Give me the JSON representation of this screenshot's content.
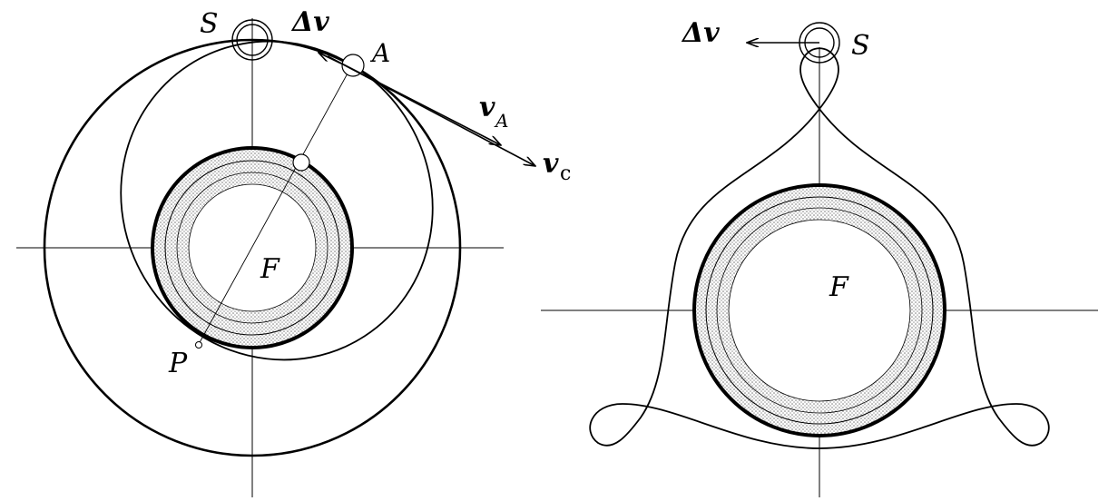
{
  "colors": {
    "ink": "#000000",
    "planet_fill": "#d6d6d6",
    "background": "#ffffff"
  },
  "left_panel": {
    "label_S": "S",
    "label_A": "A",
    "label_P": "P",
    "label_F": "F",
    "label_dv": "Δv",
    "label_vA": "v",
    "label_vA_sub": "A",
    "label_vc": "v",
    "label_vc_sub": "c"
  },
  "right_panel": {
    "label_S": "S",
    "label_F": "F",
    "label_dv": "Δv"
  }
}
